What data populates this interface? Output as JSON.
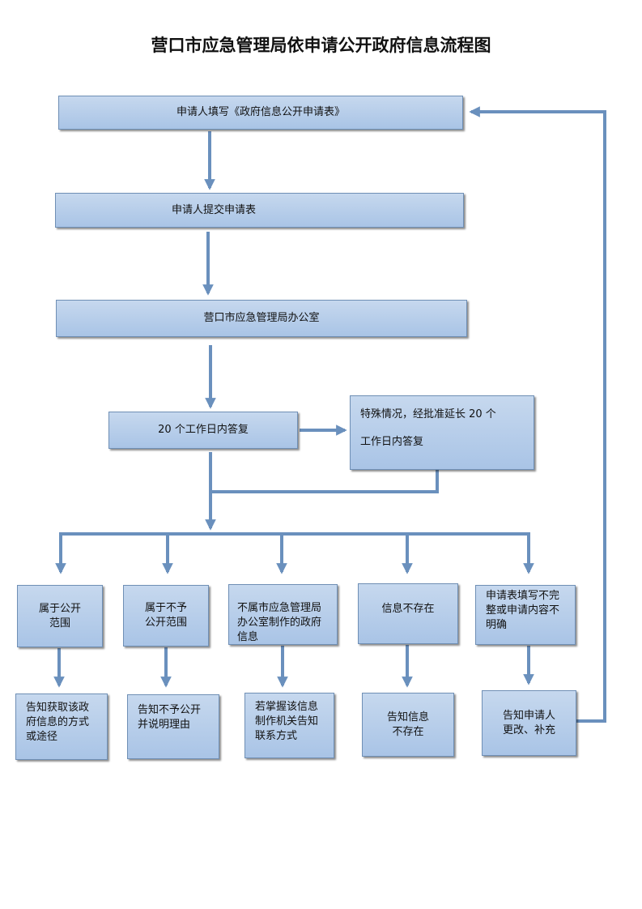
{
  "title": "营口市应急管理局依申请公开政府信息流程图",
  "colors": {
    "box_fill": "#b8cfeb",
    "box_border": "#6f8fb5",
    "arrow": "#6a90bd"
  },
  "steps": {
    "fill_form": "申请人填写《政府信息公开申请表》",
    "submit_form": "申请人提交申请表",
    "office": "营口市应急管理局办公室",
    "reply_20": "20 个工作日内答复",
    "extension_line1": "特殊情况，经批准延长 20 个",
    "extension_line2": "工作日内答复"
  },
  "categories": [
    {
      "name": "属于公开范围",
      "line1": "属于公开",
      "line2": "范围",
      "result_line1": "告知获取该政",
      "result_line2": "府信息的方式",
      "result_line3": "或途径"
    },
    {
      "name": "属于不予公开范围",
      "line1": "属于不予",
      "line2": "公开范围",
      "result_line1": "告知不予公开",
      "result_line2": "并说明理由"
    },
    {
      "name": "不属市应急管理局办公室制作的政府信息",
      "line1": "不属市应急管理局",
      "line2": "办公室制作的政府",
      "line3": "信息",
      "result_line1": "若掌握该信息",
      "result_line2": "制作机关告知",
      "result_line3": "联系方式"
    },
    {
      "name": "信息不存在",
      "line1": "信息不存在",
      "result_line1": "告知信息",
      "result_line2": "不存在"
    },
    {
      "name": "申请表填写不完整或申请内容不明确",
      "line1": "申请表填写不完",
      "line2": "整或申请内容不",
      "line3": "明确",
      "result_line1": "告知申请人",
      "result_line2": "更改、补充"
    }
  ]
}
